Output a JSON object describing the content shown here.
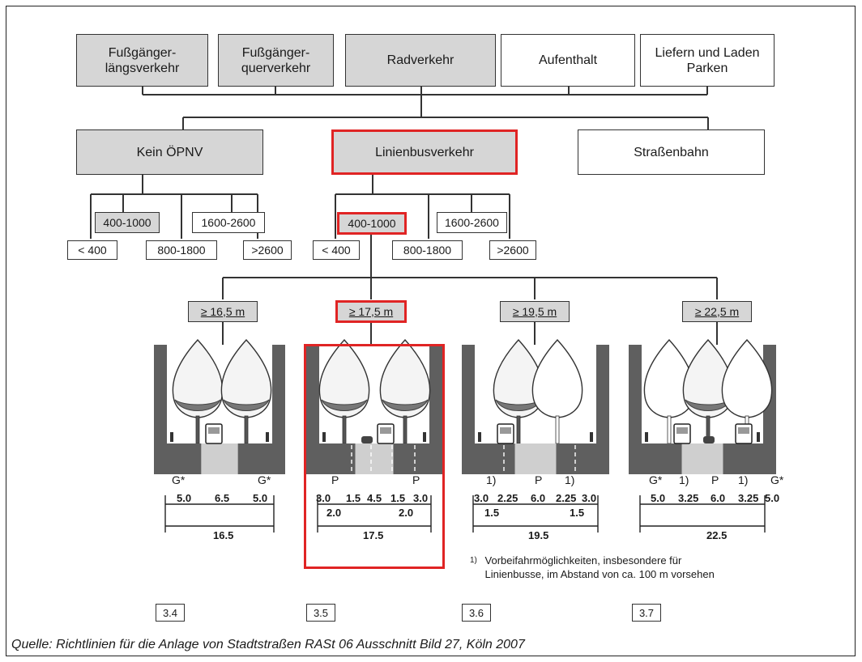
{
  "top_boxes": [
    {
      "label": "Fußgänger-längsverkehr",
      "lines": [
        "Fußgänger-",
        "längsverkehr"
      ]
    },
    {
      "label": "Fußgänger-querverkehr",
      "lines": [
        "Fußgänger-",
        "querverkehr"
      ]
    },
    {
      "label": "Radverkehr",
      "lines": [
        "Radverkehr"
      ]
    },
    {
      "label": "Aufenthalt",
      "lines": [
        "Aufenthalt"
      ]
    },
    {
      "label": "Liefern und Laden Parken",
      "lines": [
        "Liefern und Laden",
        "Parken"
      ]
    }
  ],
  "second_boxes": [
    "Kein ÖPNV",
    "Linienbusverkehr",
    "Straßenbahn"
  ],
  "volumes_left": {
    "upper": [
      "400-1000",
      "1600-2600"
    ],
    "lower": [
      "< 400",
      "800-1800",
      ">2600"
    ]
  },
  "volumes_mid": {
    "upper": [
      "400-1000",
      "1600-2600"
    ],
    "lower": [
      "< 400",
      "800-1800",
      ">2600"
    ]
  },
  "widths": [
    "≥ 16,5 m",
    "≥ 17,5 m",
    "≥ 19,5 m",
    "≥ 22,5 m"
  ],
  "sections": [
    {
      "labels": [
        "G*",
        "G*"
      ],
      "dims_top": [
        "5.0",
        "6.5",
        "5.0"
      ],
      "dims_sub": [],
      "total": "16.5",
      "figure": "3.4"
    },
    {
      "labels": [
        "P",
        "P"
      ],
      "dims_top": [
        "3.0",
        "1.5",
        "4.5",
        "1.5",
        "3.0"
      ],
      "dims_sub": [
        "2.0",
        "2.0"
      ],
      "total": "17.5",
      "figure": "3.5"
    },
    {
      "labels": [
        "1)",
        "P",
        "1)"
      ],
      "dims_top": [
        "3.0",
        "2.25",
        "6.0",
        "2.25",
        "3.0"
      ],
      "dims_sub": [
        "1.5",
        "1.5"
      ],
      "total": "19.5",
      "figure": "3.6"
    },
    {
      "labels": [
        "G*",
        "1)",
        "P",
        "1)",
        "G*"
      ],
      "dims_top": [
        "5.0",
        "3.25",
        "6.0",
        "3.25",
        "5.0"
      ],
      "dims_sub": [],
      "total": "22.5",
      "figure": "3.7"
    }
  ],
  "footnote": {
    "marker": "1)",
    "line1": "Vorbeifahrmöglichkeiten, insbesondere für",
    "line2": "Linienbusse, im Abstand von ca. 100 m vorsehen"
  },
  "source": "Quelle: Richtlinien für die Anlage von Stadtstraßen RASt 06 Ausschnitt Bild 27, Köln 2007",
  "colors": {
    "highlight": "#e02424",
    "shaded": "#d6d6d6",
    "road": "#5f5f5f"
  }
}
